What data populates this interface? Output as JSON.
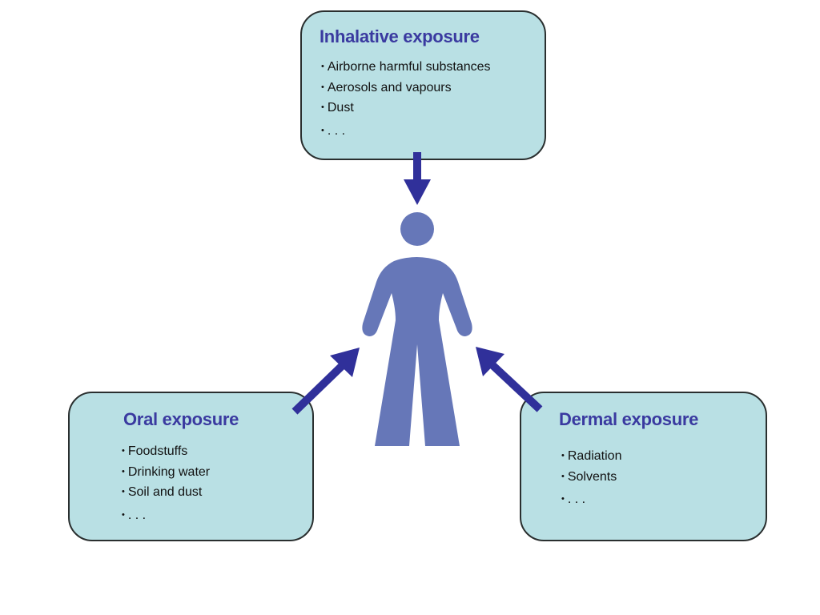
{
  "colors": {
    "box_fill": "#b9e0e4",
    "box_border": "#2a2f2f",
    "title": "#3a3aa0",
    "arrow": "#30309a",
    "person": "#6677b8"
  },
  "person": {
    "icon": "person-icon"
  },
  "boxes": {
    "inhalative": {
      "title": "Inhalative exposure",
      "items": [
        "Airborne harmful substances",
        "Aerosols and vapours",
        "Dust",
        ". . ."
      ]
    },
    "oral": {
      "title": "Oral exposure",
      "items": [
        "Foodstuffs",
        "Drinking water",
        "Soil and dust",
        ". . ."
      ]
    },
    "dermal": {
      "title": "Dermal exposure",
      "items": [
        "Radiation",
        "Solvents",
        ". . ."
      ]
    }
  }
}
